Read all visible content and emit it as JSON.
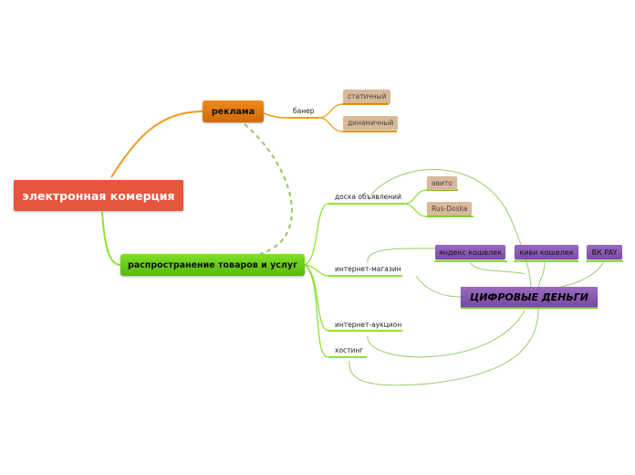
{
  "nodes": {
    "root": "электронная комерция",
    "reklama": "реклама",
    "baner": "банер",
    "staticheskiy": "статичный",
    "dinamicheskiy": "динамичный",
    "rasprostranenie": "распространение товаров и услуг",
    "doska": "доска объявлений",
    "avito": "авито",
    "rusdoska": "Rus-Doska",
    "internet_magazin": "интернет-магазин",
    "internet_aukcion": "интернет-аукцион",
    "hosting": "хостинг",
    "yandex": "яндекс кошелек",
    "kivi": "киви кошелек",
    "vkpay": "ВК PAY",
    "digital": "ЦИФРОВЫЕ ДЕНЬГИ"
  },
  "colors": {
    "root": "#e8553e",
    "orange_branch": "#f29a1a",
    "green_branch": "#8ee23a",
    "green_link": "#9ccc6c",
    "tan_node": "#d9b99a",
    "purple_node": "#8a58b4"
  }
}
